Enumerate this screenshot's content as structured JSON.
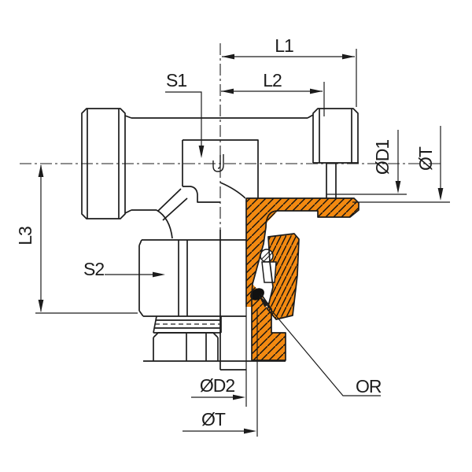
{
  "drawing": {
    "type": "technical-section-drawing",
    "subject": "adjustable tee fitting with swivel nut, cutting ring and O-ring; mating port shown as orange cross-hatched section",
    "colors": {
      "background": "#ffffff",
      "line": "#1c1c1c",
      "section_fill": "#f28911",
      "hatch": "#111111",
      "oring_fill": "#111111"
    },
    "labels": {
      "l1": "L1",
      "l2": "L2",
      "s1": "S1",
      "d1": "ØD1",
      "t_right": "ØT",
      "l3": "L3",
      "s2": "S2",
      "d2": "ØD2",
      "t_bottom": "ØT",
      "or": "OR"
    }
  }
}
